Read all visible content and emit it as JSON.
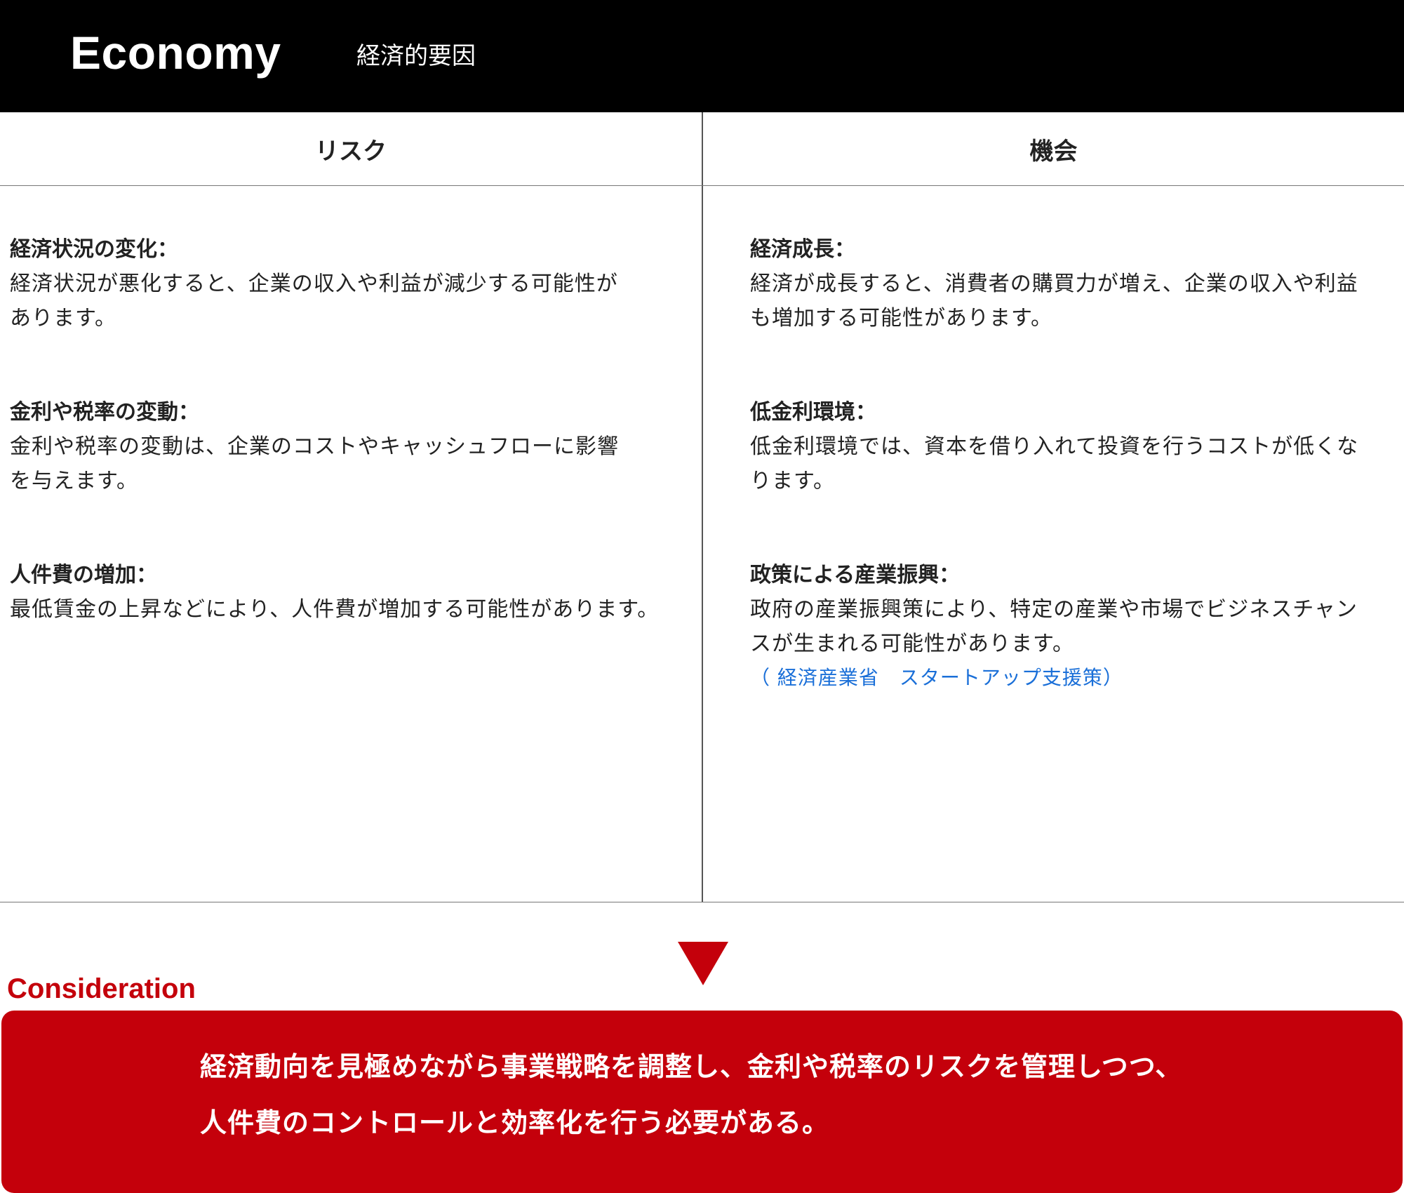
{
  "header": {
    "title": "Economy",
    "subtitle": "経済的要因"
  },
  "table": {
    "risk_heading": "リスク",
    "opportunity_heading": "機会",
    "risks": [
      {
        "title": "経済状況の変化：",
        "lines": [
          "経済状況が悪化すると、企業の収入や利益が減少する可能性が",
          "あります。"
        ]
      },
      {
        "title": "金利や税率の変動：",
        "lines": [
          "金利や税率の変動は、企業のコストやキャッシュフローに影響",
          "を与えます。"
        ]
      },
      {
        "title": "人件費の増加：",
        "lines": [
          "最低賃金の上昇などにより、人件費が増加する可能性があります。"
        ]
      }
    ],
    "opportunities": [
      {
        "title": "経済成長：",
        "lines": [
          "経済が成長すると、消費者の購買力が増え、企業の収入や利益",
          "も増加する可能性があります。"
        ]
      },
      {
        "title": "低金利環境：",
        "lines": [
          "低金利環境では、資本を借り入れて投資を行うコストが低くな",
          "ります。"
        ]
      },
      {
        "title": "政策による産業振興：",
        "lines": [
          "政府の産業振興策により、特定の産業や市場でビジネスチャン",
          "スが生まれる可能性があります。"
        ],
        "link": "（ 経済産業省　スタートアップ支援策）"
      }
    ]
  },
  "consideration": {
    "label": "Consideration",
    "lines": [
      "経済動向を見極めながら事業戦略を調整し、金利や税率のリスクを管理しつつ、",
      "人件費のコントロールと効率化を行う必要がある。"
    ]
  },
  "colors": {
    "accent": "#c4000b",
    "header_bg": "#000000",
    "link": "#1a6fd8"
  }
}
